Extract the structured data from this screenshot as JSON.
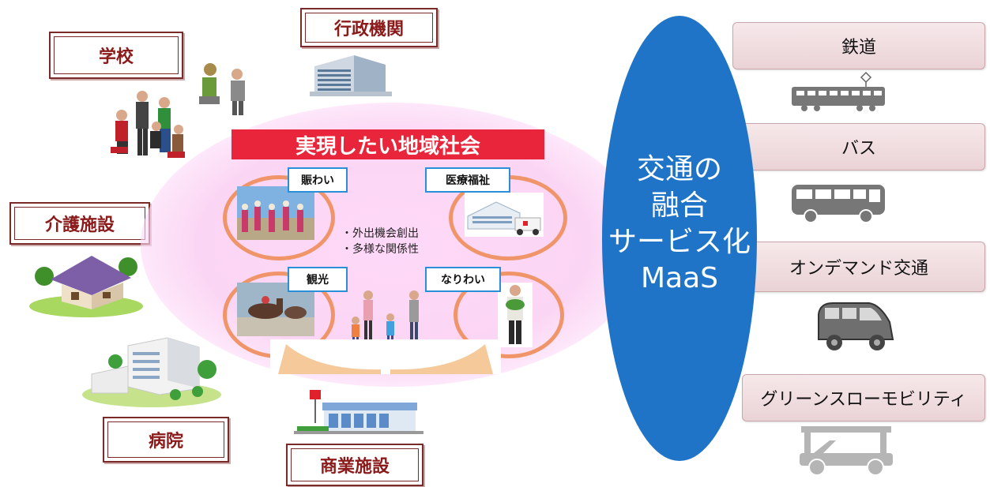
{
  "labels": {
    "gyosei": "行政機関",
    "gakko": "学校",
    "kaigo": "介護施設",
    "byoin": "病院",
    "shogyo": "商業施設"
  },
  "center": {
    "banner": "実現したい地域社会",
    "tags": {
      "nigiwai": "賑わい",
      "iryo": "医療福祉",
      "kanko": "観光",
      "nariwai": "なりわい"
    },
    "notes": [
      "・外出機会創出",
      "・多様な関係性"
    ]
  },
  "maas": {
    "lines": [
      "交通の",
      "融合",
      "サービス化",
      "MaaS"
    ]
  },
  "transport": {
    "items": [
      "鉄道",
      "バス",
      "オンデマンド交通",
      "グリーンスローモビリティ"
    ]
  },
  "icons": {
    "train": "train-icon",
    "bus": "bus-icon",
    "van": "van-icon",
    "cart": "golf-cart-icon"
  },
  "colors": {
    "frame": "#7b2a2a",
    "banner": "#e8253a",
    "tag_border": "#2a8fd6",
    "ring": "#f0956a",
    "maas": "#1f74c8",
    "transport_box": "#ead3d6"
  }
}
